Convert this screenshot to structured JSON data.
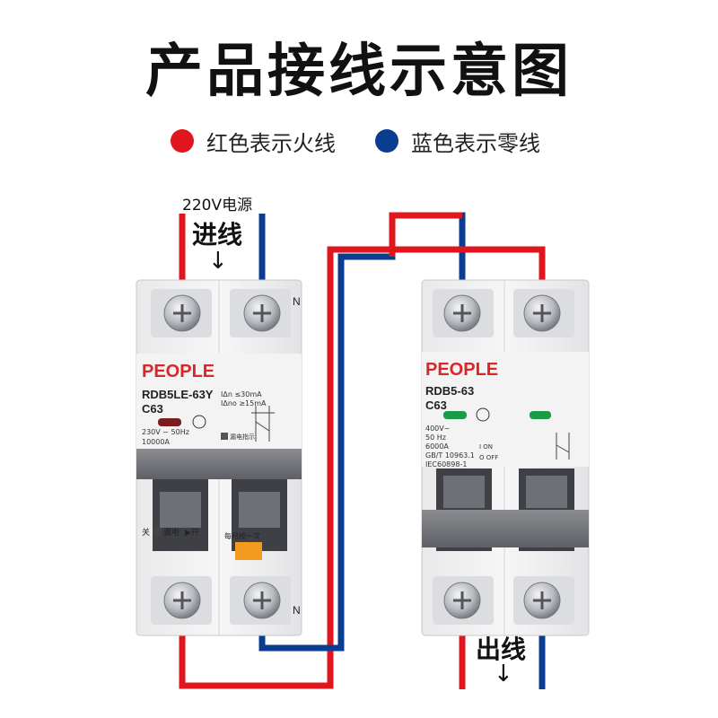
{
  "title": "产品接线示意图",
  "legend": {
    "red_label": "红色表示火线",
    "blue_label": "蓝色表示零线",
    "red_color": "#e0161e",
    "blue_color": "#0a3d8f"
  },
  "source": {
    "label": "220V电源",
    "inlet": "进线",
    "arrow": "↓"
  },
  "outlet": {
    "label": "出线",
    "arrow": "↓"
  },
  "left_breaker": {
    "brand": "PEOPLE",
    "model": "RDB5LE-63Y",
    "rating": "C63",
    "terminal_n": "N",
    "spec_line1": "IΔn   ≤30mA",
    "spec_line2": "IΔno ≥15mA",
    "voltage": "230V ~ 50Hz",
    "capacity": "10000A",
    "leak_indicator": "漏电指示",
    "switch_off": "关",
    "switch_leak": "漏电",
    "switch_on": "▶开",
    "test_label": "每月按一次"
  },
  "right_breaker": {
    "brand": "PEOPLE",
    "model": "RDB5-63",
    "rating": "C63",
    "voltage": "400V~",
    "freq": "50 Hz",
    "capacity": "6000A",
    "std1": "GB/T 10963.1",
    "std2": "IEC60898-1",
    "on": "I ON",
    "off": "O OFF"
  }
}
